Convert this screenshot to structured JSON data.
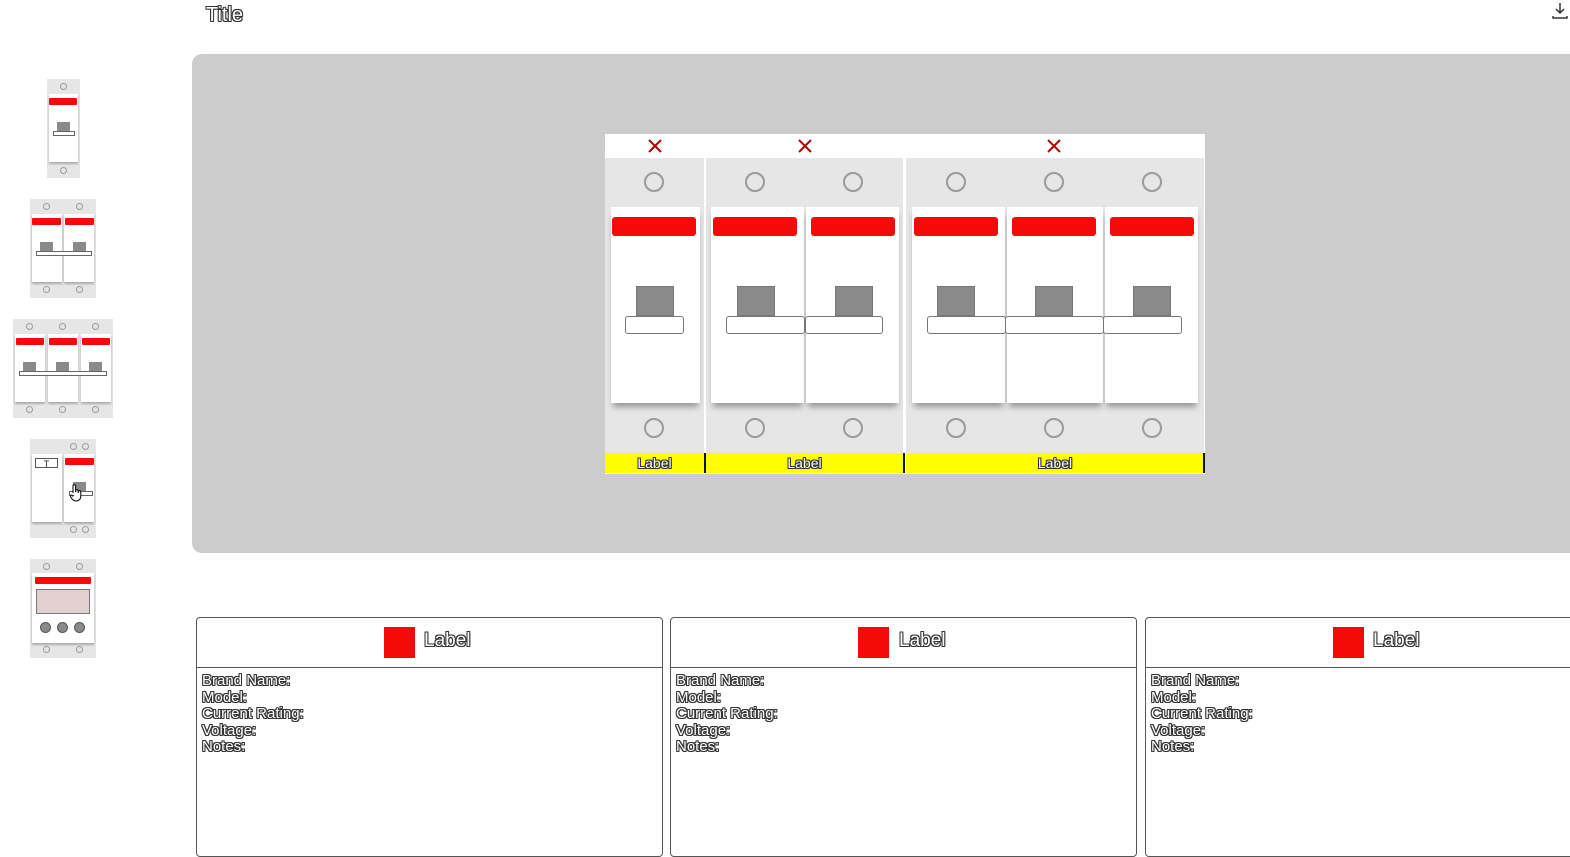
{
  "header": {
    "title": "Title",
    "download_icon": "download-icon"
  },
  "palette": {
    "items": [
      {
        "name": "single-pole-breaker"
      },
      {
        "name": "double-pole-breaker"
      },
      {
        "name": "triple-pole-breaker"
      },
      {
        "name": "rcd-module"
      },
      {
        "name": "meter-module"
      }
    ],
    "rcd_test_button": "T"
  },
  "panel": {
    "groups": [
      {
        "label": "Label",
        "poles": 1,
        "remove_icon": "close-icon"
      },
      {
        "label": "Label",
        "poles": 2,
        "remove_icon": "close-icon"
      },
      {
        "label": "Label",
        "poles": 3,
        "remove_icon": "close-icon"
      }
    ],
    "colors": {
      "indicator": "#f50a0a",
      "label_strip": "#ffff00",
      "canvas": "#cccccc"
    }
  },
  "cards": [
    {
      "label": "Label",
      "color": "#f50a0a",
      "fields": {
        "brand": "Brand Name:",
        "model": "Model:",
        "current": "Current Rating:",
        "voltage": "Voltage:",
        "notes": "Notes:"
      }
    },
    {
      "label": "Label",
      "color": "#f50a0a",
      "fields": {
        "brand": "Brand Name:",
        "model": "Model:",
        "current": "Current Rating:",
        "voltage": "Voltage:",
        "notes": "Notes:"
      }
    },
    {
      "label": "Label",
      "color": "#f50a0a",
      "fields": {
        "brand": "Brand Name:",
        "model": "Model:",
        "current": "Current Rating:",
        "voltage": "Voltage:",
        "notes": "Notes:"
      }
    }
  ]
}
